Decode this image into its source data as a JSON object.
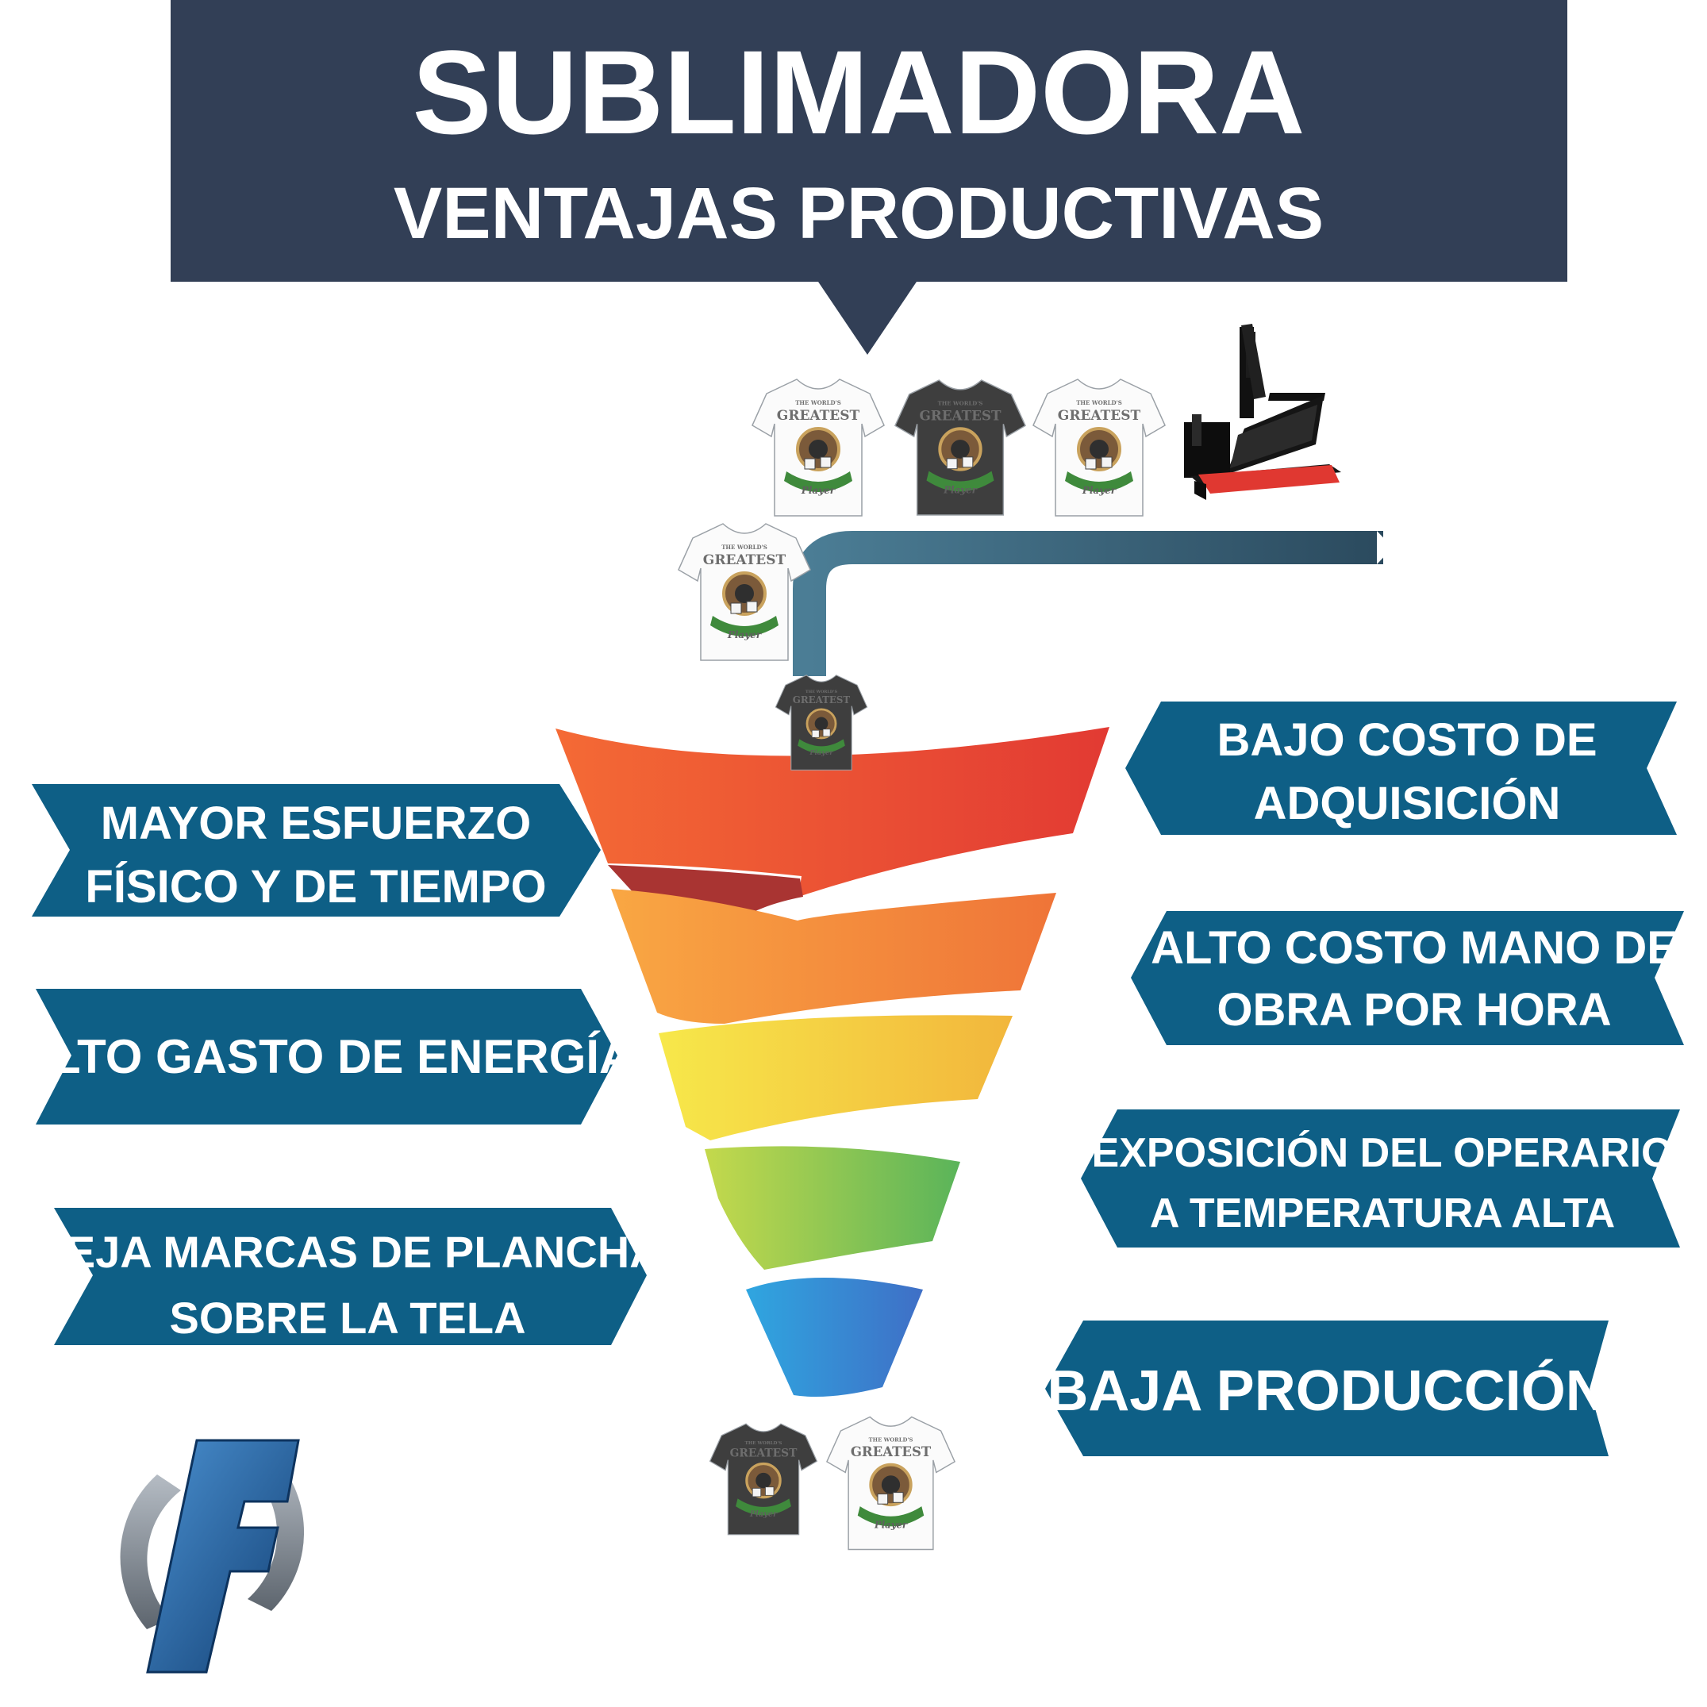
{
  "header": {
    "title": "SUBLIMADORA",
    "subtitle": "VENTAJAS PRODUCTIVAS"
  },
  "colors": {
    "header_bg": "#323f56",
    "banner_bg": "#0e5f86",
    "pipe": "#3f6d81",
    "funnel": [
      "#e8492f",
      "#f0853c",
      "#f2cf3e",
      "#86c24f",
      "#2a9cd8"
    ],
    "logo_blue": "#1f6db0",
    "logo_ring": "#8a9199"
  },
  "left_banners": [
    {
      "lines": [
        "MAYOR ESFUERZO",
        "FÍSICO Y DE TIEMPO"
      ]
    },
    {
      "lines": [
        "ALTO GASTO DE ENERGÍA"
      ]
    },
    {
      "lines": [
        "DEJA MARCAS DE PLANCHA",
        "SOBRE LA TELA"
      ]
    }
  ],
  "right_banners": [
    {
      "lines": [
        "BAJO COSTO DE",
        "ADQUISICIÓN"
      ]
    },
    {
      "lines": [
        "ALTO COSTO MANO DE",
        "OBRA POR HORA"
      ]
    },
    {
      "lines": [
        "EXPOSICIÓN DEL OPERARIO",
        "A   TEMPERATURA ALTA"
      ]
    },
    {
      "lines": [
        "BAJA PRODUCCIÓN"
      ]
    }
  ],
  "shirt_print": {
    "top": "THE WORLD'S",
    "main": "GREATEST",
    "bottom": "Player"
  },
  "icons": {
    "heat_press": "heat-press-icon",
    "tshirt": "tshirt-icon",
    "logo": "f-logo-icon"
  }
}
